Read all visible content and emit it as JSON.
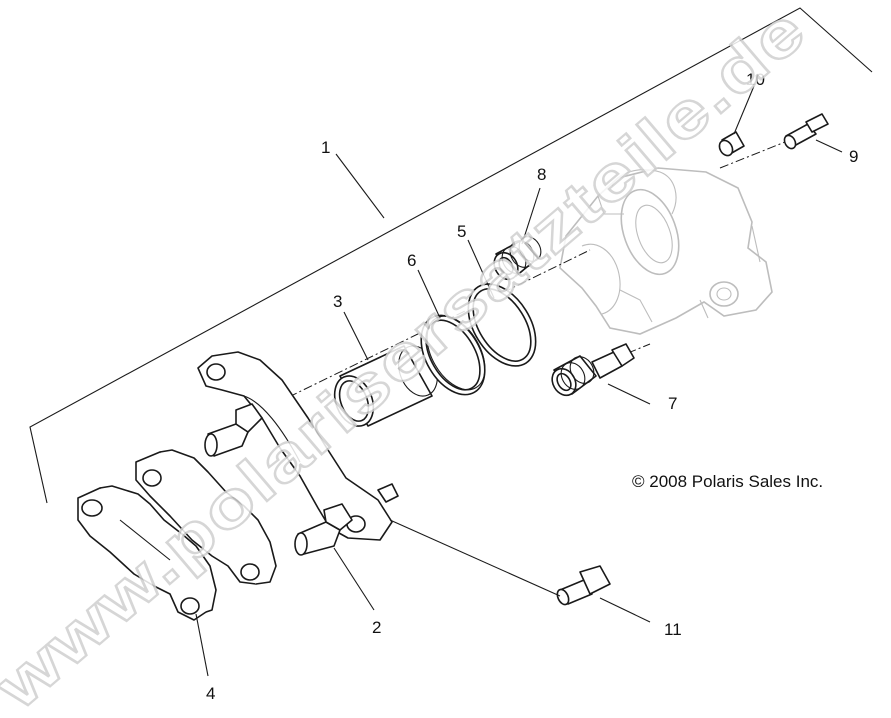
{
  "diagram": {
    "callouts": [
      "1",
      "2",
      "3",
      "4",
      "5",
      "6",
      "7",
      "8",
      "9",
      "10",
      "11"
    ],
    "copyright": "© 2008 Polaris Sales Inc.",
    "watermark": "www.polarisersatzteile.de"
  },
  "colors": {
    "line": "#1a1a1a",
    "watermark_outline": "#cfcfcf",
    "background": "#ffffff"
  }
}
